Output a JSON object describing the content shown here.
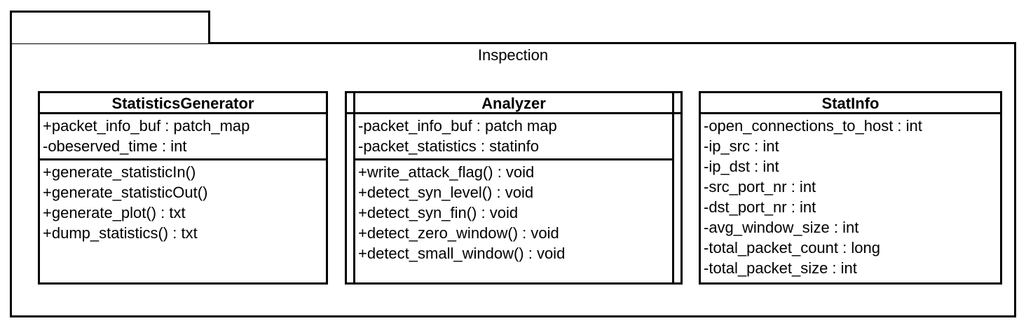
{
  "diagram": {
    "kind": "uml-class-diagram",
    "package": {
      "name": "Inspection"
    },
    "classes": [
      {
        "id": "statisticsgenerator",
        "name": "StatisticsGenerator",
        "attributes": [
          "+packet_info_buf : patch_map",
          "-obeserved_time : int"
        ],
        "operations": [
          "+generate_statisticIn()",
          "+generate_statisticOut()",
          "+generate_plot() : txt",
          "+dump_statistics() : txt"
        ]
      },
      {
        "id": "analyzer",
        "name": "Analyzer",
        "attributes": [
          "-packet_info_buf : patch map",
          "-packet_statistics : statinfo"
        ],
        "operations": [
          "+write_attack_flag() : void",
          "+detect_syn_level() : void",
          "+detect_syn_fin() : void",
          "+detect_zero_window() : void",
          "+detect_small_window() : void"
        ]
      },
      {
        "id": "statinfo",
        "name": "StatInfo",
        "attributes": [
          "-open_connections_to_host : int",
          "-ip_src : int",
          "-ip_dst : int",
          "-src_port_nr : int",
          "-dst_port_nr : int",
          "-avg_window_size : int",
          "-total_packet_count : long",
          "-total_packet_size : int"
        ],
        "operations": []
      }
    ],
    "colors": {
      "stroke": "#000000",
      "fill": "#ffffff",
      "text": "#000000"
    }
  }
}
